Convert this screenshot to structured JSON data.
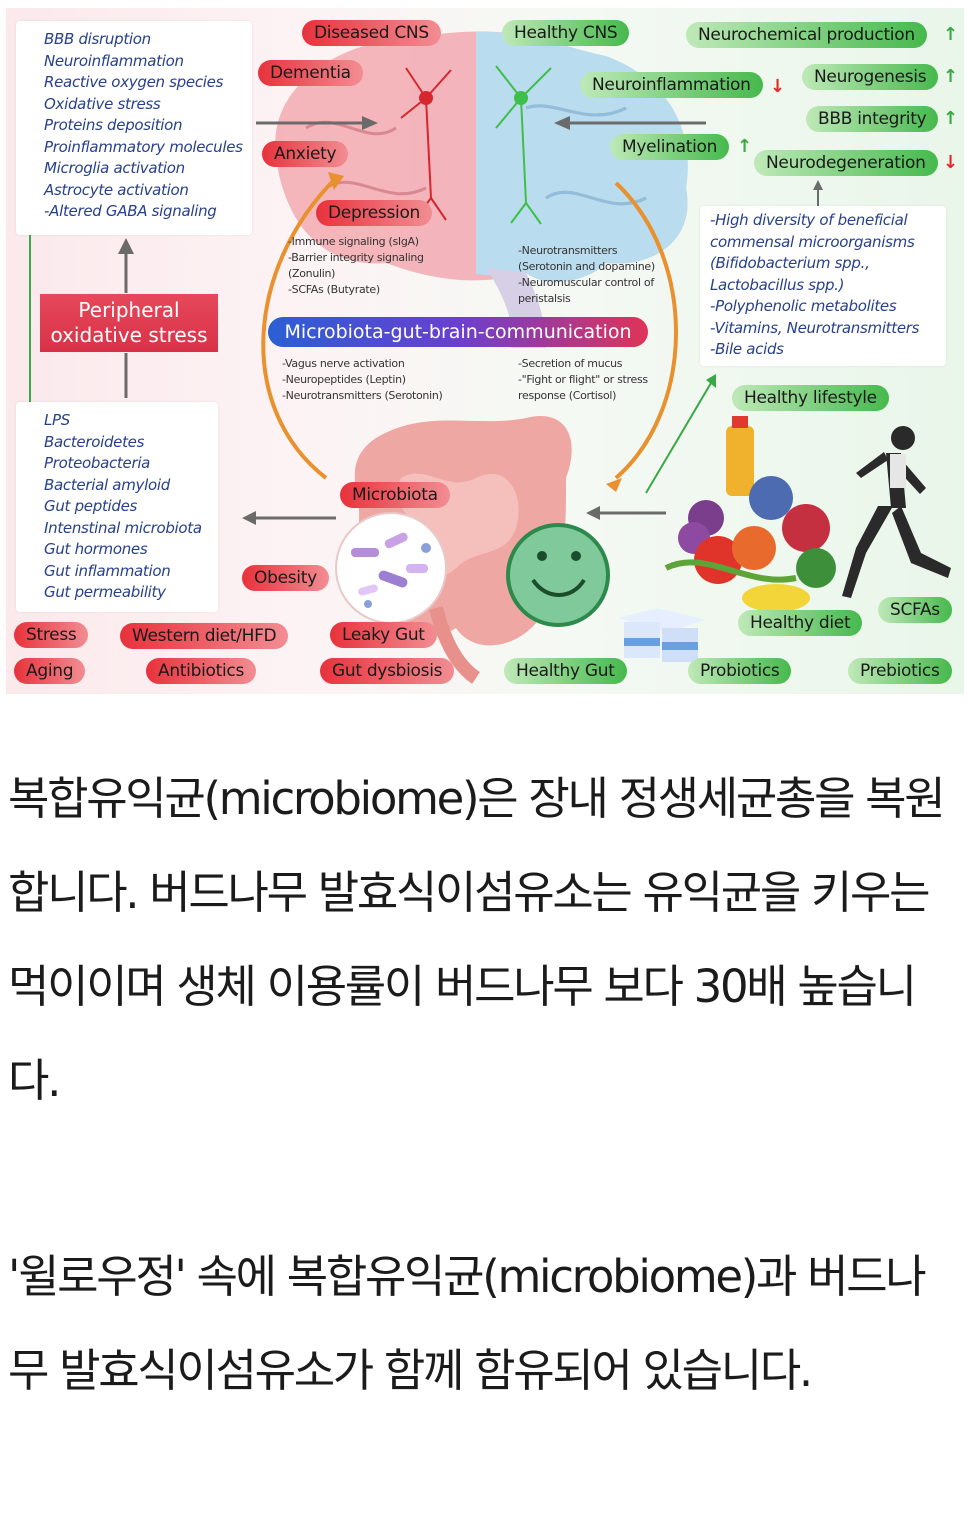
{
  "figure": {
    "top_left_list": [
      "BBB disruption",
      "Neuroinflammation",
      "Reactive oxygen species",
      "Oxidative stress",
      "Proteins deposition",
      "Proinflammatory molecules",
      "Microglia activation",
      "Astrocyte activation",
      "-Altered GABA signaling"
    ],
    "bottom_left_list": [
      "LPS",
      "Bacteroidetes",
      "Proteobacteria",
      "Bacterial amyloid",
      "Gut peptides",
      "Intenstinal microbiota",
      "Gut hormones",
      "Gut inflammation",
      "Gut permeability"
    ],
    "right_list": [
      "-High diversity of beneficial",
      "commensal  microorganisms",
      "(Bifidobacterium spp.,",
      "Lactobacillus spp.)",
      "-Polyphenolic metabolites",
      "-Vitamins, Neurotransmitters",
      "-Bile acids"
    ],
    "peripheral_line1": "Peripheral",
    "peripheral_line2": "oxidative stress",
    "mgb_label": "Microbiota-gut-brain-communication",
    "upper_left_notes": [
      "-Immune signaling (sIgA)",
      "-Barrier integrity signaling",
      "(Zonulin)",
      "-SCFAs (Butyrate)"
    ],
    "upper_right_notes": [
      "-Neurotransmitters",
      "(Serotonin and dopamine)",
      "-Neuromuscular control of",
      "peristalsis"
    ],
    "lower_left_notes": [
      "-Vagus nerve activation",
      "-Neuropeptides (Leptin)",
      "-Neurotransmitters (Serotonin)"
    ],
    "lower_right_notes": [
      "-Secretion of mucus",
      "-\"Fight or flight\" or stress",
      "response (Cortisol)"
    ],
    "labels": {
      "diseased_cns": "Diseased CNS",
      "healthy_cns": "Healthy CNS",
      "neurochemical": "Neurochemical production",
      "dementia": "Dementia",
      "neuroinflammation": "Neuroinflammation",
      "neurogenesis": "Neurogenesis",
      "bbb_integrity": "BBB integrity",
      "anxiety": "Anxiety",
      "myelination": "Myelination",
      "neurodegeneration": "Neurodegeneration",
      "depression": "Depression",
      "healthy_lifestyle": "Healthy lifestyle",
      "microbiota": "Microbiota",
      "obesity": "Obesity",
      "healthy_diet": "Healthy diet",
      "scfas": "SCFAs",
      "stress": "Stress",
      "western_diet": "Western diet/HFD",
      "leaky_gut": "Leaky Gut",
      "aging": "Aging",
      "antibiotics": "Antibiotics",
      "gut_dysbiosis": "Gut dysbiosis",
      "healthy_gut": "Healthy Gut",
      "probiotics": "Probiotics",
      "prebiotics": "Prebiotics"
    },
    "arrows": {
      "up": "↑",
      "down": "↓"
    }
  },
  "text": {
    "paragraph1": "복합유익균(microbiome)은 장내 정생세균총을 복원합니다. 버드나무 발효식이섬유소는 유익균을 키우는 먹이이며 생체 이용률이 버드나무 보다 30배 높습니다.",
    "paragraph2": "'윌로우정' 속에 복합유익균(microbiome)과 버드나무 발효식이섬유소가 함께 함유되어 있습니다."
  },
  "colors": {
    "red_pill": "#e8323c",
    "green_pill": "#46b94d",
    "list_text": "#27408b",
    "body_text": "#1b1b1b"
  }
}
